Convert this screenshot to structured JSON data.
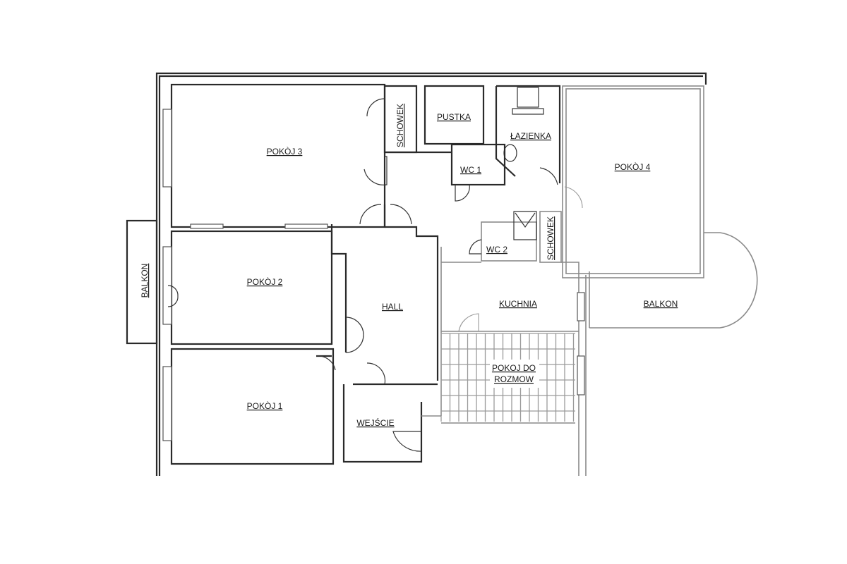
{
  "plan": {
    "rooms": {
      "pokoj3": "POKÒJ 3",
      "schowek1": "SCHOWEK",
      "pustka": "PUSTKA",
      "lazienka": "ŁAZIENKA",
      "wc1": "WC 1",
      "pokoj4": "POKÒJ 4",
      "wc2": "WC 2",
      "schowek2": "SCHOWEK",
      "pokoj2": "POKÒJ 2",
      "hall": "HALL",
      "kuchnia": "KUCHNIA",
      "balkon_right": "BALKON",
      "balkon_left": "BALKON",
      "pokoj_do_rozmow_line1": "POKOJ DO",
      "pokoj_do_rozmow_line2": "ROZMOW",
      "pokoj1": "POKÒJ 1",
      "wejscie": "WEJŚCIE"
    }
  }
}
